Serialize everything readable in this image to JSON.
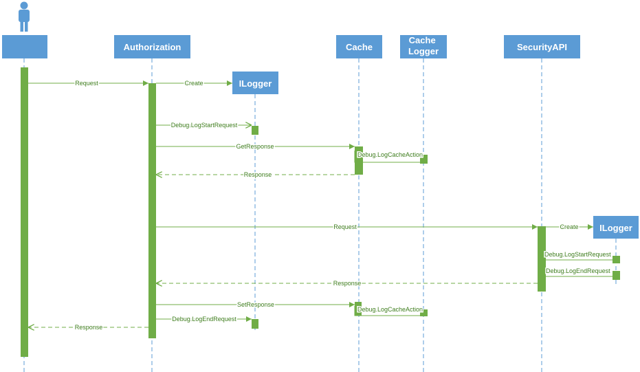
{
  "participants": [
    {
      "id": "user",
      "label": "",
      "icon": "user-icon"
    },
    {
      "id": "authorization",
      "label": "Authorization"
    },
    {
      "id": "ilogger1",
      "label": "ILogger"
    },
    {
      "id": "cache",
      "label": "Cache"
    },
    {
      "id": "cache_logger",
      "label": "Cache Logger"
    },
    {
      "id": "securityapi",
      "label": "SecurityAPI"
    },
    {
      "id": "ilogger2",
      "label": "ILogger"
    }
  ],
  "messages": [
    {
      "id": "m1",
      "label": "Request",
      "from": "user",
      "to": "authorization",
      "kind": "call"
    },
    {
      "id": "m2",
      "label": "Create",
      "from": "authorization",
      "to": "ilogger1",
      "kind": "create"
    },
    {
      "id": "m3",
      "label": "Debug.LogStartRequest",
      "from": "authorization",
      "to": "ilogger1",
      "kind": "async"
    },
    {
      "id": "m4",
      "label": "GetResponse",
      "from": "authorization",
      "to": "cache",
      "kind": "call"
    },
    {
      "id": "m5",
      "label": "Debug.LogCacheAction",
      "from": "cache",
      "to": "cache_logger",
      "kind": "self"
    },
    {
      "id": "m6",
      "label": "Response",
      "from": "cache",
      "to": "authorization",
      "kind": "return"
    },
    {
      "id": "m7",
      "label": "Request",
      "from": "authorization",
      "to": "securityapi",
      "kind": "call"
    },
    {
      "id": "m8",
      "label": "Create",
      "from": "securityapi",
      "to": "ilogger2",
      "kind": "create"
    },
    {
      "id": "m9",
      "label": "Debug.LogStartRequest",
      "from": "securityapi",
      "to": "ilogger2",
      "kind": "self"
    },
    {
      "id": "m10",
      "label": "Debug.LogEndRequest",
      "from": "securityapi",
      "to": "ilogger2",
      "kind": "self"
    },
    {
      "id": "m11",
      "label": "Response",
      "from": "securityapi",
      "to": "authorization",
      "kind": "return"
    },
    {
      "id": "m12",
      "label": "SetResponse",
      "from": "authorization",
      "to": "cache",
      "kind": "call"
    },
    {
      "id": "m13",
      "label": "Debug.LogCacheAction",
      "from": "cache",
      "to": "cache_logger",
      "kind": "self"
    },
    {
      "id": "m14",
      "label": "Debug.LogEndRequest",
      "from": "authorization",
      "to": "ilogger1",
      "kind": "call"
    },
    {
      "id": "m15",
      "label": "Response",
      "from": "authorization",
      "to": "user",
      "kind": "return"
    }
  ],
  "colors": {
    "box_fill": "#5b9bd5",
    "lifeline": "#5b9bd5",
    "activation": "#70ad47",
    "message": "#70ad47",
    "label_text": "#3e7d1d"
  }
}
